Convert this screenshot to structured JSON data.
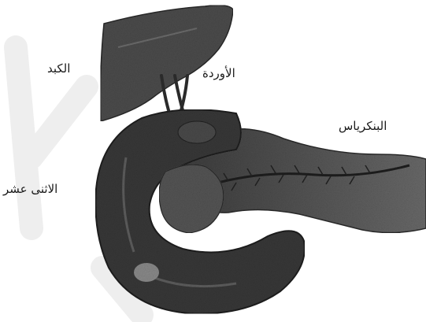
{
  "labels": {
    "liver": "الكبد",
    "ducts": "الأوردة",
    "pancreas": "البنكرياس",
    "duodenum": "الاثنى عشر"
  },
  "colors": {
    "background": "#ffffff",
    "organ_dark": "#3a3a3a",
    "organ_mid": "#5a5a5a",
    "watermark": "#eeeeee"
  }
}
